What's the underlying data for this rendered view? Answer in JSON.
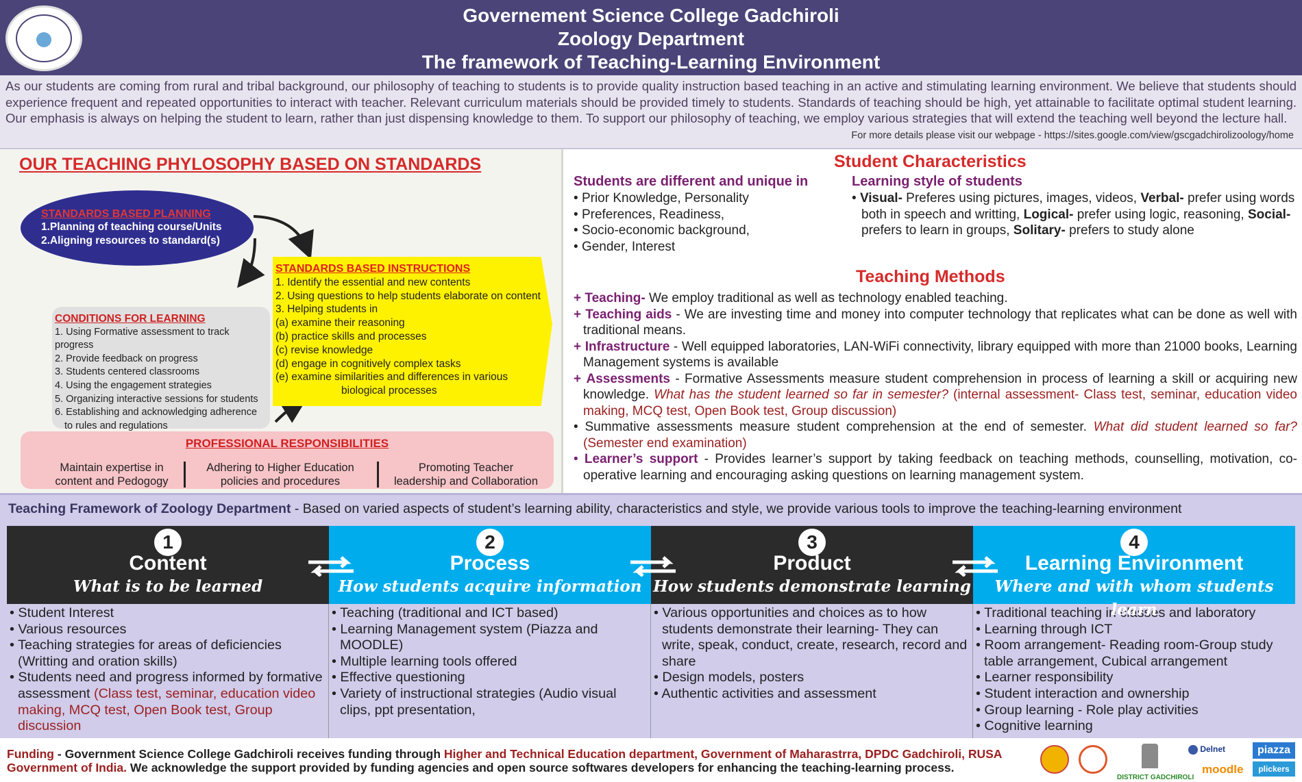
{
  "header": {
    "line1": "Governement Science College Gadchiroli",
    "line2": "Zoology Department",
    "line3": "The framework of Teaching-Learning Environment"
  },
  "intro": {
    "text": "As our students are coming from rural and tribal background, our philosophy of teaching to students is to provide quality instruction based teaching in an active and stimulating learning environment. We believe that students should experience frequent and repeated opportunities to interact with teacher. Relevant curriculum materials should be provided timely to students. Standards of teaching should be high, yet attainable to facilitate optimal student learning. Our emphasis is always on helping the student to learn, rather than just dispensing knowledge to them. To support our philosophy of teaching, we employ various strategies that will extend the teaching well beyond the lecture hall.",
    "webpage": "For more details please visit our webpage - https://sites.google.com/view/gscgadchirolizoology/home"
  },
  "philosophy": {
    "title": "OUR TEACHING PHYLOSOPHY BASED ON STANDARDS",
    "planning": {
      "heading": "STANDARDS BASED PLANNING",
      "items": [
        "1.Planning of teaching course/Units",
        "2.Aligning resources to standard(s)"
      ]
    },
    "instructions": {
      "heading": "STANDARDS BASED INSTRUCTIONS",
      "items": [
        "1. Identify the essential and new contents",
        "2. Using questions to help students elaborate on content",
        "3. Helping students in",
        "(a) examine their reasoning",
        "(b) practice skills and processes",
        "(c) revise knowledge",
        "(d) engage in cognitively complex tasks",
        "(e) examine similarities and differences in various",
        "biological processes"
      ]
    },
    "conditions": {
      "heading": "CONDITIONS FOR LEARNING",
      "items": [
        "1. Using Formative assessment to track progress",
        "2. Provide feedback on progress",
        "3. Students centered classrooms",
        "4. Using the engagement strategies",
        "5. Organizing interactive sessions for students",
        "6. Establishing and acknowledging adherence",
        "to rules and regulations"
      ]
    },
    "professional": {
      "heading": "PROFESSIONAL RESPONSIBILITIES",
      "items": [
        [
          "Maintain expertise in",
          "content and Pedogogy"
        ],
        [
          "Adhering to Higher Education",
          "policies and procedures"
        ],
        [
          "Promoting Teacher",
          "leadership and Collaboration"
        ]
      ]
    }
  },
  "characteristics": {
    "title": "Student Characteristics",
    "different_heading": "Students are different and unique in",
    "different_items": [
      "Prior Knowledge, Personality",
      "Preferences, Readiness,",
      "Socio-economic background,",
      "Gender, Interest"
    ],
    "style_heading": "Learning style of students",
    "style_visual_k": "Visual-",
    "style_visual": " Preferes using pictures, images, videos, ",
    "style_verbal_k": "Verbal-",
    "style_verbal": " prefer using words both in speech and writting, ",
    "style_logical_k": "Logical-",
    "style_logical": " prefer using logic, reasoning, ",
    "style_social_k": "Social-",
    "style_social": " prefers to learn in groups, ",
    "style_solitary_k": "Solitary-",
    "style_solitary": " prefers to study alone"
  },
  "methods": {
    "title": "Teaching Methods",
    "teaching_k": "Teaching-",
    "teaching": " We employ traditional as well as technology enabled teaching.",
    "aids_k": "Teaching aids",
    "aids": " - We are investing time and money into computer technology that replicates what can be done as well with traditional means.",
    "infra_k": "Infrastructure",
    "infra": " - Well equipped laboratories, LAN-WiFi connectivity, library equipped with more than 21000 books, Learning Management systems is available",
    "assess_k": "Assessments",
    "assess": " - Formative Assessments measure student comprehension in process of learning a skill or acquiring new knowledge. ",
    "assess_q": "What has the student learned so far in semester?",
    "assess_r": " (internal assessment- Class test, seminar, education video making, MCQ test, Open Book test, Group discussion)",
    "summ": "Summative assessments measure student comprehension at the end of semester. ",
    "summ_q": "What did student learned so far?",
    "summ_r": " (Semester end examination)",
    "support_k": "Learner’s support",
    "support": " - Provides learner’s support by taking feedback on teaching methods, counselling, motivation, co-operative learning and encouraging asking questions on learning management system."
  },
  "framework": {
    "title": "Teaching Framework of Zoology Department",
    "desc": " - Based on varied aspects of student’s learning ability, characteristics and style, we provide various tools to improve the teaching-learning environment"
  },
  "columns": [
    {
      "num": "1",
      "title": "Content",
      "sub": "What is to be learned",
      "items": [
        "Student Interest",
        "Various resources",
        "Teaching strategies for areas of deficiencies (Writting and oration skills)",
        "Students need and progress informed by formative assessment "
      ],
      "red": "(Class test, seminar, education video making, MCQ test, Open Book test, Group discussion"
    },
    {
      "num": "2",
      "title": "Process",
      "sub": "How students acquire information",
      "items": [
        "Teaching (traditional and ICT based)",
        "Learning Management system (Piazza and MOODLE)",
        "Multiple learning tools offered",
        "Effective questioning",
        "Variety of instructional strategies (Audio visual clips, ppt presentation,"
      ]
    },
    {
      "num": "3",
      "title": "Product",
      "sub": "How students demonstrate learning",
      "items": [
        "Various opportunities and choices as to how students demonstrate their learning- They can write, speak, conduct, create, research, record and share",
        "Design models, posters",
        "Authentic activities and assessment"
      ]
    },
    {
      "num": "4",
      "title": "Learning Environment",
      "sub": "Where and with whom students learn",
      "items": [
        "Traditional teaching in classes and laboratory",
        "Learning through ICT",
        "Room arrangement- Reading room-Group study table arrangement, Cubical arrangement",
        "Learner responsibility",
        "Student interaction and ownership",
        "Group learning - Role play activities",
        "Cognitive learning"
      ]
    }
  ],
  "footer": {
    "funding_k": "Funding",
    "funding_a": " - Government Science College Gadchiroli receives funding through ",
    "funding_b": "Higher and Technical Education department, Government of Maharastrra, ",
    "funding_c": "DPDC Gadchiroli, RUSA",
    "funding_d": "Government of India.",
    "funding_e": " We acknowledge the support provided by funding agencies and open source softwares developers for enhancing the teaching-learning process.",
    "district": "DISTRICT GADCHIROLI",
    "delnet": "Delnet",
    "piazza": "piazza",
    "moodle": "moodle",
    "plickers": "plickers"
  },
  "colors": {
    "header_bg": "#4a4478",
    "accent_red": "#d62a2a",
    "accent_purple": "#7a2070",
    "column_dark": "#2b2b2b",
    "column_cyan": "#00acec",
    "column_body": "#d0ccea",
    "yellow_box": "#fff200",
    "ellipse_blue": "#2f2e8f"
  }
}
